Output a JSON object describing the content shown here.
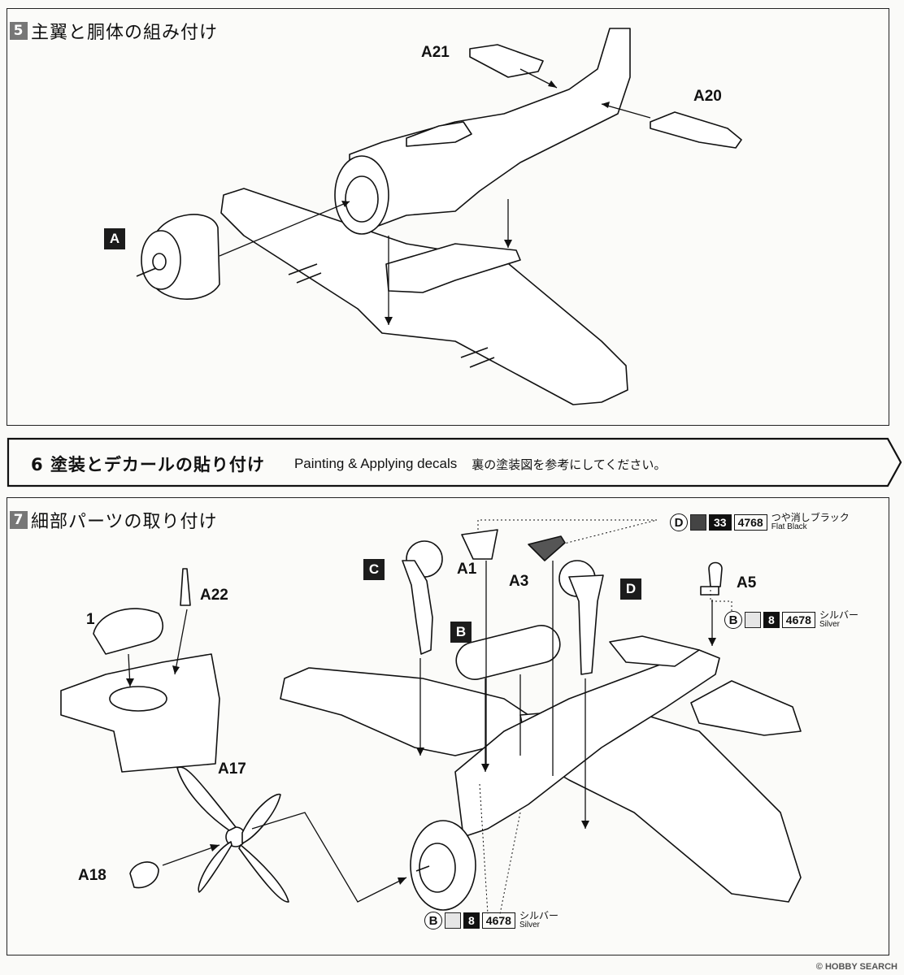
{
  "step5": {
    "number": "5",
    "title": "主翼と胴体の組み付け",
    "labels": {
      "a21": "A21",
      "a20": "A20",
      "box_a": "A"
    }
  },
  "step6": {
    "number": "6",
    "title": "塗装とデカールの貼り付け",
    "english": "Painting & Applying decals",
    "note": "裏の塗装図を参考にしてください。"
  },
  "step7": {
    "number": "7",
    "title": "細部パーツの取り付け",
    "labels": {
      "a22": "A22",
      "part1": "1",
      "a17": "A17",
      "a18": "A18",
      "a1": "A1",
      "a3": "A3",
      "a5": "A5",
      "box_c": "C",
      "box_b": "B",
      "box_d": "D"
    },
    "paint_d": {
      "letter": "D",
      "number": "33",
      "code": "4768",
      "name_jp": "つや消しブラック",
      "name_en": "Flat Black",
      "color": "#444444"
    },
    "paint_b_top": {
      "letter": "B",
      "number": "8",
      "code": "4678",
      "name_jp": "シルバー",
      "name_en": "Silver",
      "color": "#e6e6e6"
    },
    "paint_b_bottom": {
      "letter": "B",
      "number": "8",
      "code": "4678",
      "name_jp": "シルバー",
      "name_en": "Silver",
      "color": "#e6e6e6"
    }
  },
  "watermark": "© HOBBY SEARCH"
}
